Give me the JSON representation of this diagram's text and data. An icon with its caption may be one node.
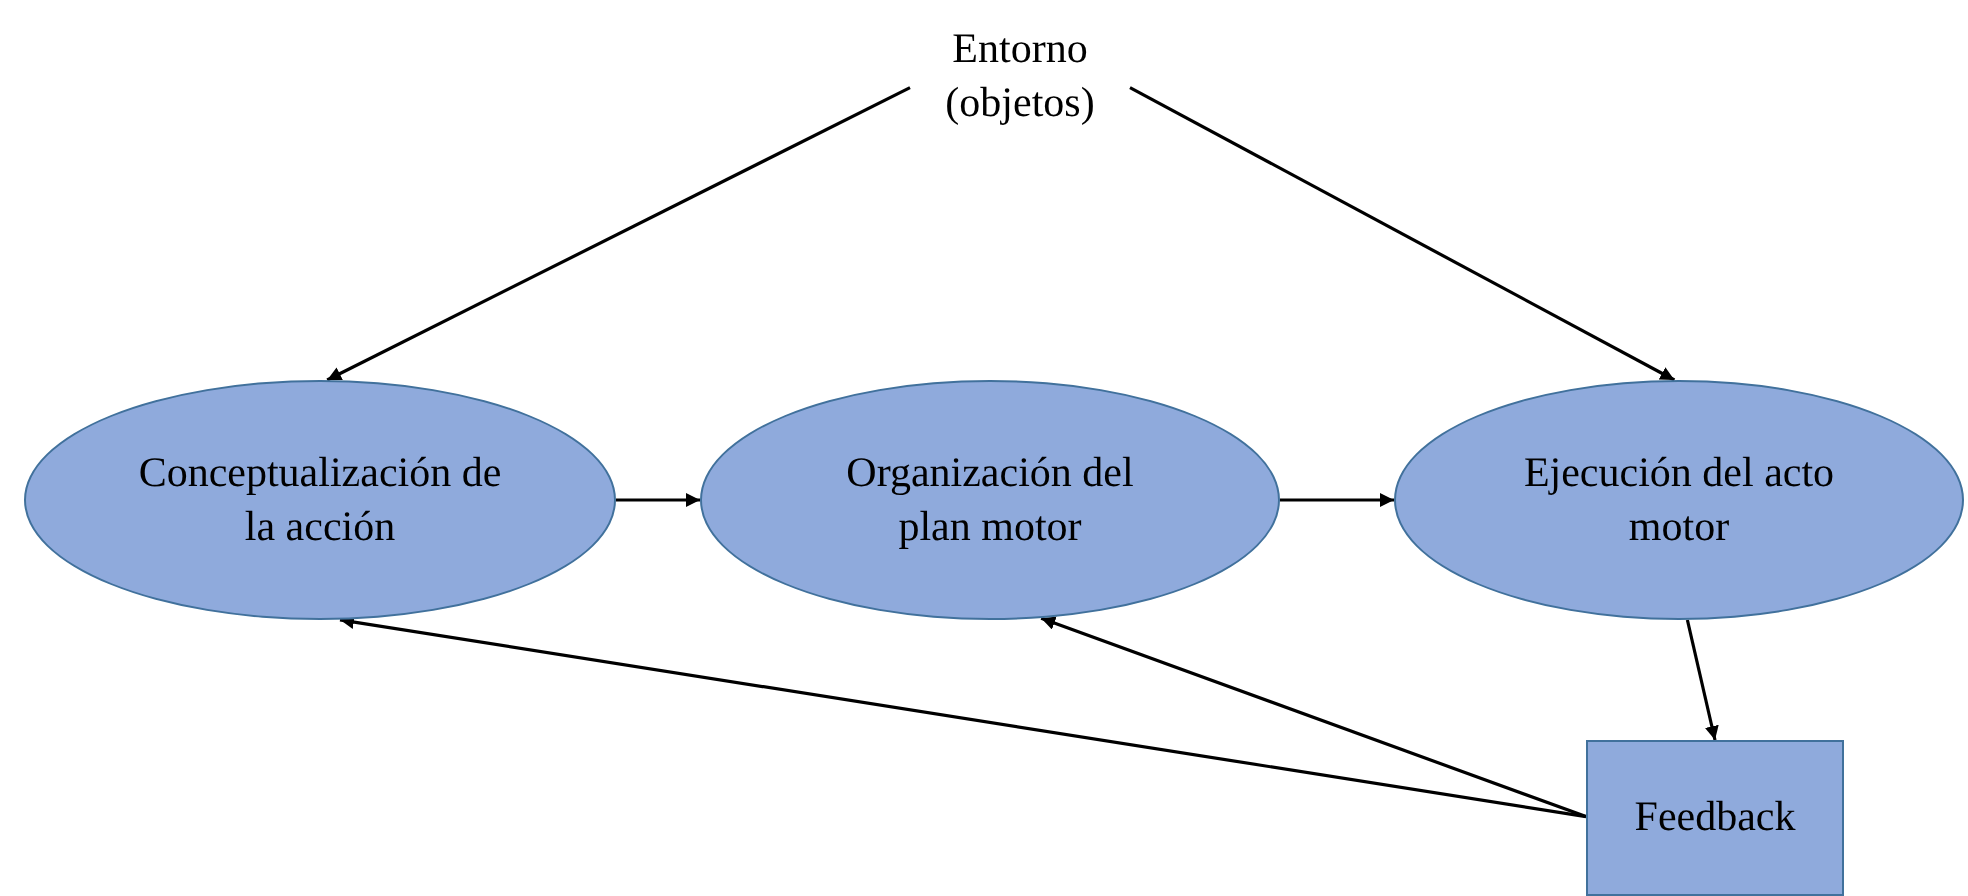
{
  "diagram": {
    "nodes": [
      {
        "text": [
          "Entorno (objetos)"
        ]
      },
      {
        "text": [
          "Conceptualización de la acción"
        ]
      },
      {
        "text": [
          "Organización del plan motor"
        ]
      },
      {
        "text": [
          "Ejecución del acto motor"
        ]
      },
      {
        "text": [
          "Feedback"
        ]
      }
    ],
    "edges": [
      {
        "from": 0,
        "to": 1,
        "arrow": "to"
      },
      {
        "from": 0,
        "to": 3,
        "arrow": "to"
      },
      {
        "from": 1,
        "to": 2,
        "arrow": "to"
      },
      {
        "from": 2,
        "to": 3,
        "arrow": "to"
      },
      {
        "from": 3,
        "to": 4,
        "arrow": "to"
      },
      {
        "from": 4,
        "to": 1,
        "arrow": "to"
      },
      {
        "from": 4,
        "to": 2,
        "arrow": "to"
      }
    ]
  }
}
